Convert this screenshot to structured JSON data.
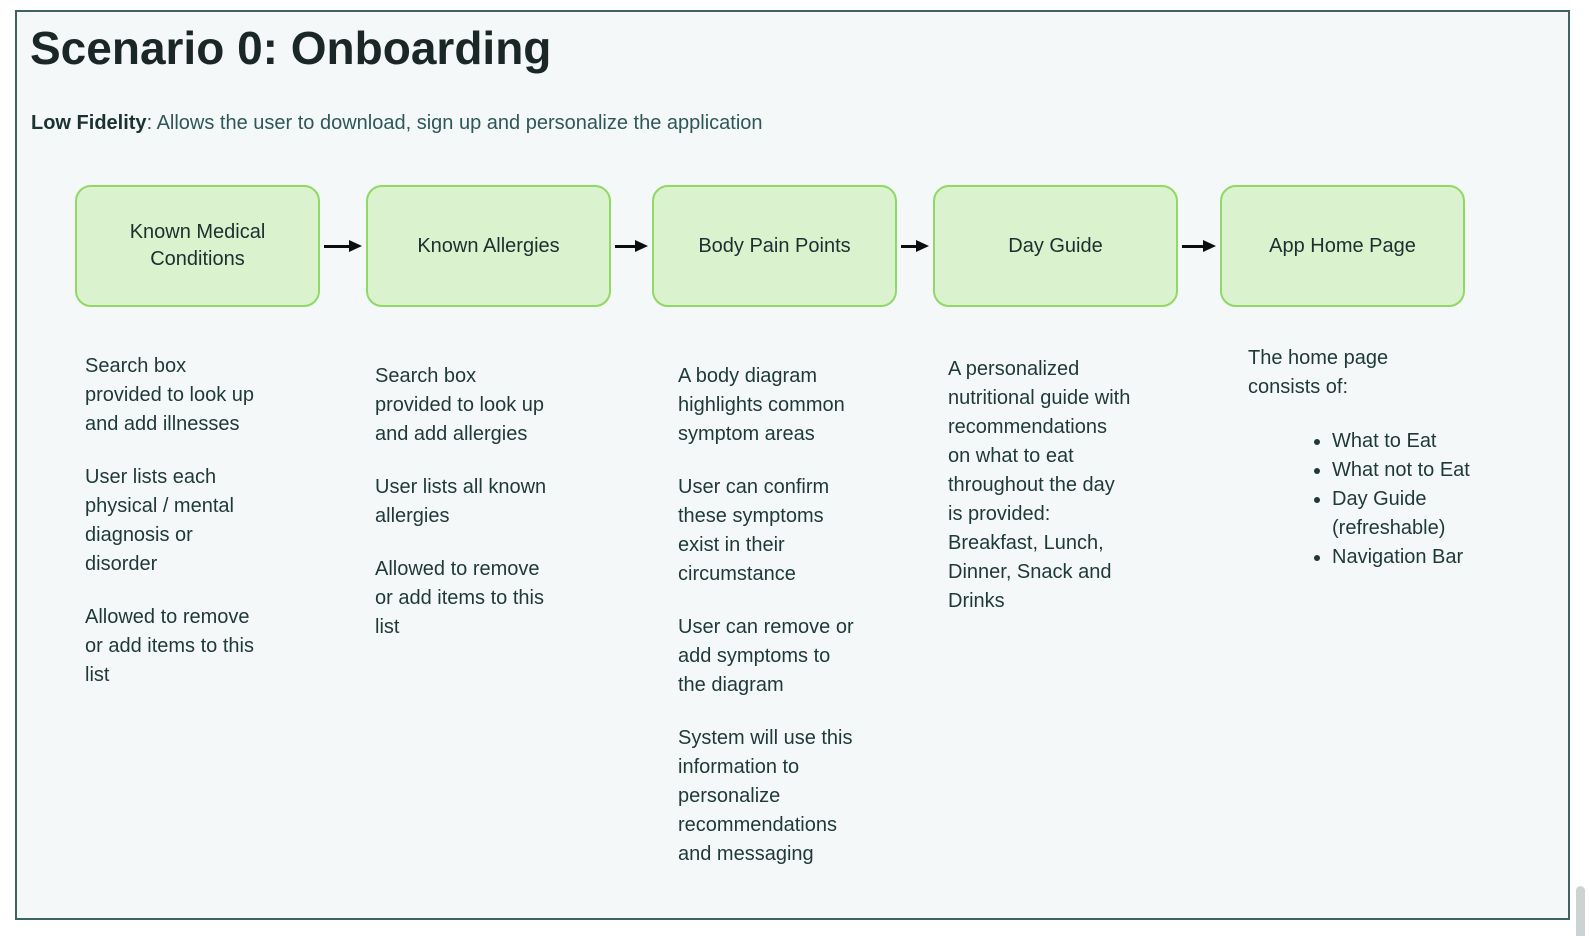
{
  "header": {
    "title": "Scenario 0: Onboarding",
    "fidelity_label": "Low Fidelity",
    "fidelity_text": ": Allows the user to download, sign up and personalize the application"
  },
  "colors": {
    "frame_border": "#3f6262",
    "frame_background": "#f5f8f8",
    "node_fill": "#daf2cd",
    "node_border": "#8fd964",
    "title_text": "#1b2727",
    "body_text": "#1f3838",
    "arrow": "#0d0d0d"
  },
  "flow": {
    "nodes": [
      {
        "label": "Known Medical Conditions",
        "paragraphs": [
          [
            "Search box",
            "provided to look up",
            "and add illnesses"
          ],
          [
            "User lists each",
            "physical / mental",
            "diagnosis or",
            "disorder"
          ],
          [
            "Allowed to remove",
            "or add items to this",
            "list"
          ]
        ]
      },
      {
        "label": "Known Allergies",
        "paragraphs": [
          [
            "Search box",
            "provided to look up",
            "and add allergies"
          ],
          [
            "User lists all known",
            "allergies"
          ],
          [
            "Allowed to remove",
            "or add items to this",
            "list"
          ]
        ]
      },
      {
        "label": "Body Pain Points",
        "paragraphs": [
          [
            "A body diagram",
            "highlights common",
            "symptom areas"
          ],
          [
            "User can confirm",
            "these symptoms",
            "exist in their",
            "circumstance"
          ],
          [
            "User can remove or",
            "add symptoms to",
            "the diagram"
          ],
          [
            "System will use this",
            "information to",
            "personalize",
            "recommendations",
            "and messaging"
          ]
        ]
      },
      {
        "label": "Day Guide",
        "paragraphs": [
          [
            "A personalized",
            "nutritional guide with",
            "recommendations",
            "on what to eat",
            "throughout the day",
            "is provided:",
            "Breakfast, Lunch,",
            "Dinner, Snack and",
            "Drinks"
          ]
        ]
      },
      {
        "label": "App Home Page",
        "paragraphs": [
          [
            "The home page",
            "consists of:"
          ]
        ],
        "bullets": [
          "What to Eat",
          "What not to Eat",
          "Day Guide (refreshable)",
          "Navigation Bar"
        ]
      }
    ]
  }
}
